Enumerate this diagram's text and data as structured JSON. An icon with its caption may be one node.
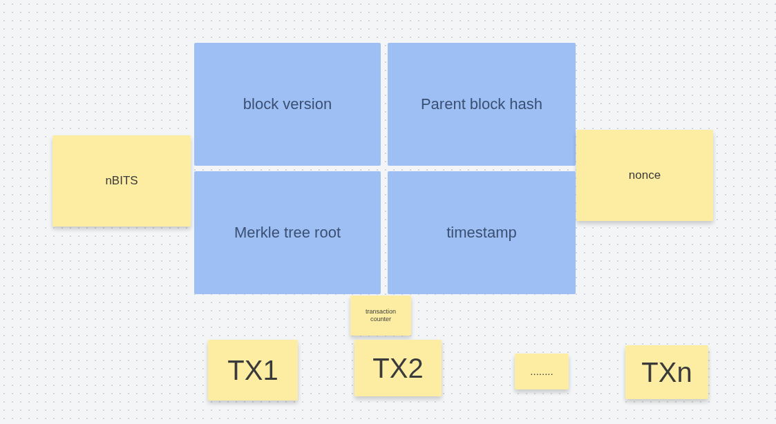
{
  "diagram": {
    "nodes": [
      {
        "text": [
          "block version"
        ]
      },
      {
        "text": [
          "Parent block hash"
        ]
      },
      {
        "text": [
          "nBITS"
        ]
      },
      {
        "text": [
          "nonce"
        ]
      },
      {
        "text": [
          "Merkle tree root"
        ]
      },
      {
        "text": [
          "timestamp"
        ]
      },
      {
        "text": [
          "transaction counter"
        ]
      },
      {
        "text": [
          "TX1"
        ]
      },
      {
        "text": [
          "TX2"
        ]
      },
      {
        "text": [
          "........"
        ]
      },
      {
        "text": [
          "TXn"
        ]
      }
    ]
  }
}
